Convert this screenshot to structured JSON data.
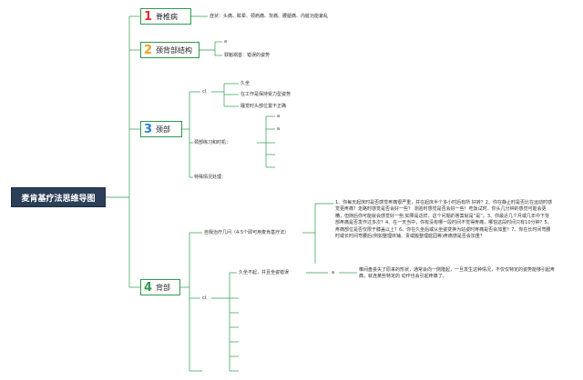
{
  "root": {
    "title": "麦肯基疗法思维导图"
  },
  "branches": [
    {
      "num": "1",
      "num_color": "#e03030",
      "label": "脊椎病",
      "detail": "症状：头痛、眩晕、颈肩痛、背痛、腰腿痛、内脏功能紊乱"
    },
    {
      "num": "2",
      "num_color": "#f0a020",
      "label": "颈背部结构",
      "items": [
        "a",
        "罪魁祸首：错误的姿势"
      ]
    },
    {
      "num": "3",
      "num_color": "#2a7fd0",
      "label": "颈部",
      "cl_label": "cl.",
      "cl_items": [
        "久坐",
        "在工作是保持受力型姿势",
        "睡觉时头部位置不正确"
      ],
      "exercise_label": "颈部练习和时机：",
      "exercise_marks": [
        "a",
        "a"
      ],
      "special_label": "特殊情况处理："
    },
    {
      "num": "4",
      "num_color": "#2f9a4e",
      "label": "背部",
      "self_treat_label": "自我治疗几问（4-5个即可用麦肯基疗法）",
      "questions": "1、你每天起床时是否感觉疼痛很严重，并在起床半个多小时后有所 好转？2、你在静止时是否比在运动时感觉更疼痛？走路时感觉是否会好一些？ 测验时感觉是否会好一些！吃饭试时，你头几分钟的感觉可能会更糟，但随后你可能就会感觉好一些;如果是这样，这个问题的答案就是“是”。3、你最近几个月或几年中下背部疼痛是否发作过多次？4、在一天当中，你有没有哪一段时间不觉得疼痛，哪怕这段时间只有10分钟？5、疼痛部位是否仅限于膝盖以上？6、你在久坐后或从坐姿变换为站姿时疼痛是否会加重？7、你在长时间弯腰时或长时间弯腰后(例如整理床铺、贵或搬整理庭园等)疼痛感是否会加重？",
      "cl_label": "cl.",
      "sitting_label": "久坐不起，并且坐姿错误",
      "sitting_mark": "a",
      "sitting_detail": "椎间盘丧失了原来的形状，通常会向一侧隆起，一旦发生这种情况，不仅仅特定的姿势能够引起疼痛，就连某些特定的 动作也会引起疼痛了。"
    }
  ]
}
